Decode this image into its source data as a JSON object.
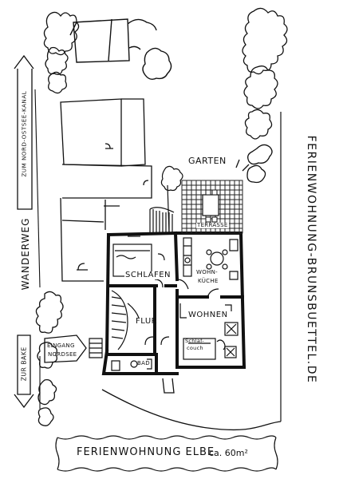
{
  "plan_title": "FERIENWOHNUNG ELBE",
  "plan_area": "ca. 60m²",
  "website": "FERIENWOHNUNG-BRUNSBUETTEL.DE",
  "rooms": {
    "garten": "GARTEN",
    "terrasse": "TERRASSE",
    "schlafen": "SCHLAFEN",
    "wohnkueche_1": "WOHN-",
    "wohnkueche_2": "KÜCHE",
    "wohnen": "WOHNEN",
    "flur": "FLUR",
    "bad": "BAD",
    "schlafcouch_1": "Schlaf-",
    "schlafcouch_2": "couch"
  },
  "paths": {
    "wanderweg": "WANDERWEG",
    "kanal": "ZUM NORD-OSTSEE-KANAL",
    "bake": "ZUR BAKE",
    "eingang_1": "EINGANG",
    "eingang_2": "NORDSEE"
  },
  "colors": {
    "ink": "#111111",
    "terrace_grid": "#222222"
  }
}
